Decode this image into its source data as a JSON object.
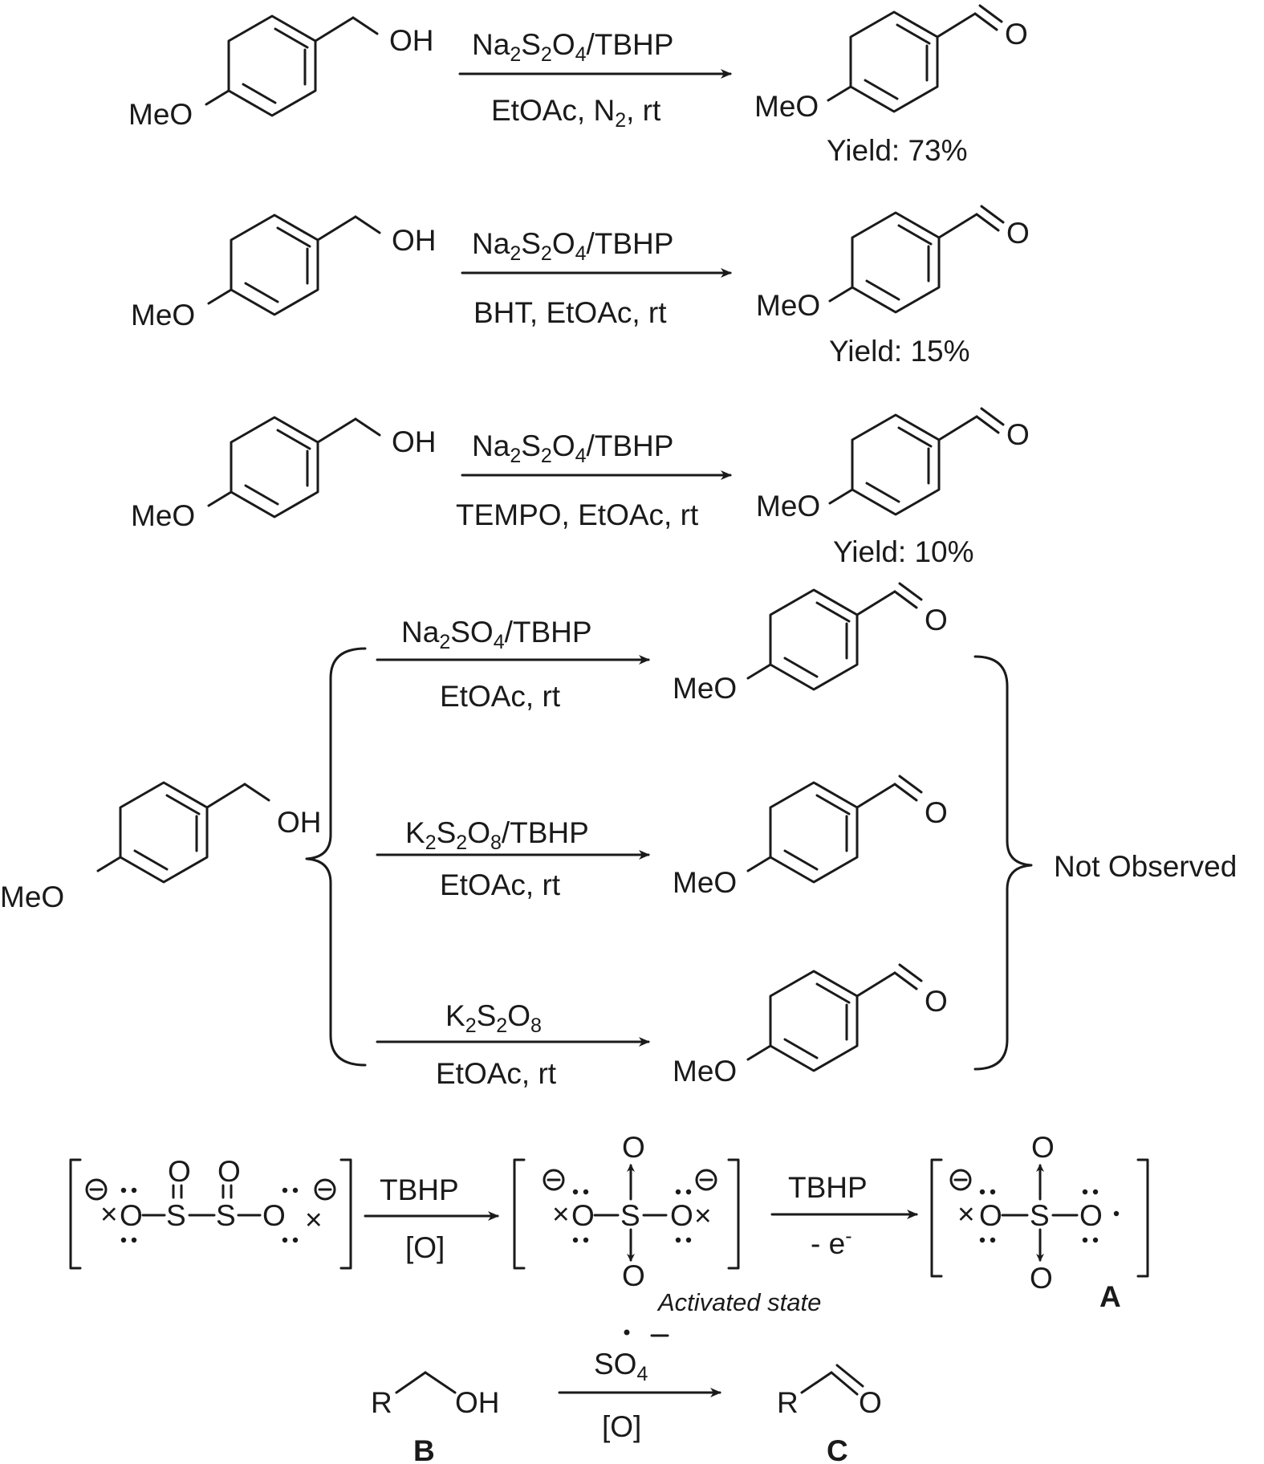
{
  "substrate": {
    "group_meo": "MeO",
    "group_oh": "OH"
  },
  "product": {
    "group_meo": "MeO",
    "group_o": "O"
  },
  "reactions": [
    {
      "reagent_main": "Na",
      "reagent_sub1": "2",
      "reagent_mid": "S",
      "reagent_sub2": "2",
      "reagent_o": "O",
      "reagent_sub3": "4",
      "reagent_tail": "/TBHP",
      "cond_a": "EtOAc, N",
      "cond_sub": "2",
      "cond_b": ", rt",
      "yield": "Yield: 73%"
    },
    {
      "reagent_main": "Na",
      "reagent_sub1": "2",
      "reagent_mid": "S",
      "reagent_sub2": "2",
      "reagent_o": "O",
      "reagent_sub3": "4",
      "reagent_tail": "/TBHP",
      "cond": "BHT, EtOAc, rt",
      "yield": "Yield: 15%"
    },
    {
      "reagent_main": "Na",
      "reagent_sub1": "2",
      "reagent_mid": "S",
      "reagent_sub2": "2",
      "reagent_o": "O",
      "reagent_sub3": "4",
      "reagent_tail": "/TBHP",
      "cond": "TEMPO, EtOAc, rt",
      "yield": "Yield: 10%"
    }
  ],
  "control": {
    "branches": [
      {
        "r1": "Na",
        "s1": "2",
        "r2": "SO",
        "s2": "4",
        "r3": "/TBHP",
        "cond": "EtOAc, rt"
      },
      {
        "r1": "K",
        "s1": "2",
        "r2": "S",
        "s2": "2",
        "r3": "O",
        "s3": "8",
        "r4": "/TBHP",
        "cond": "EtOAc, rt"
      },
      {
        "r1": "K",
        "s1": "2",
        "r2": "S",
        "s2": "2",
        "r3": "O",
        "s3": "8",
        "cond": "EtOAc, rt"
      }
    ],
    "result": "Not Observed"
  },
  "mechanism": {
    "atom_o": "O",
    "atom_s": "S",
    "step1_top": "TBHP",
    "step1_bottom": "[O]",
    "step2_top": "TBHP",
    "step2_bottom": "- e",
    "step2_bottom_sup": "-",
    "activated": "Activated state",
    "label_a": "A"
  },
  "final": {
    "r": "R",
    "oh": "OH",
    "o": "O",
    "reagent": "SO",
    "reagent_sub": "4",
    "reagent_sup": "•—",
    "cond": "[O]",
    "label_b": "B",
    "label_c": "C"
  },
  "icons": [
    "minus-charge-icon",
    "radical-cross-icon",
    "arrow-icon",
    "bracket-icon"
  ]
}
